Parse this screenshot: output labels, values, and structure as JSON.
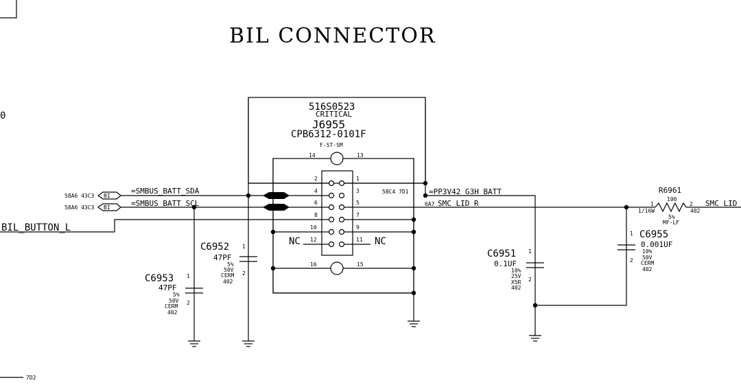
{
  "title": "BIL CONNECTOR",
  "corner_label": "0",
  "connector": {
    "apn": "516S0523",
    "critical": "CRITICAL",
    "refdes": "J6955",
    "part_number": "CPB6312-0101F",
    "footprint": "F-ST-SM",
    "pins": [
      "1",
      "2",
      "3",
      "4",
      "5",
      "6",
      "7",
      "8",
      "9",
      "10",
      "11",
      "12",
      "13",
      "14",
      "15",
      "16"
    ],
    "nc": "NC"
  },
  "nets": {
    "smbus_sda": "=SMBUS_BATT_SDA",
    "smbus_scl": "=SMBUS_BATT_SCL",
    "bil_button": "BIL_BUTTON_L",
    "pp3v42": "=PP3V42_G3H_BATT",
    "smc_lid_r": "SMC_LID_R",
    "smc_lid": "SMC_LID"
  },
  "offpage": {
    "sda_ref": "58A6 43C3",
    "scl_ref": "58A6 43C3",
    "bi": "BI",
    "pp_ref": "58C4 7D1",
    "lid_ref": "6A7",
    "bottom_ref": "7D2"
  },
  "components": {
    "c6952": {
      "refdes": "C6952",
      "value": "47PF",
      "tol": "5%",
      "volt": "50V",
      "diel": "CERM",
      "size": "402",
      "p1": "1",
      "p2": "2"
    },
    "c6953": {
      "refdes": "C6953",
      "value": "47PF",
      "tol": "5%",
      "volt": "50V",
      "diel": "CERM",
      "size": "402",
      "p1": "1",
      "p2": "2"
    },
    "c6951": {
      "refdes": "C6951",
      "value": "0.1UF",
      "tol": "10%",
      "volt": "25V",
      "diel": "X5R",
      "size": "402",
      "p1": "1",
      "p2": "2"
    },
    "c6955": {
      "refdes": "C6955",
      "value": "0.001UF",
      "tol": "10%",
      "volt": "50V",
      "diel": "CERM",
      "size": "402",
      "p1": "1",
      "p2": "2"
    },
    "r6961": {
      "refdes": "R6961",
      "value": "100",
      "power": "1/16W",
      "tol": "5%",
      "type": "MF-LF",
      "size": "402",
      "p1": "1",
      "p2": "2"
    }
  }
}
